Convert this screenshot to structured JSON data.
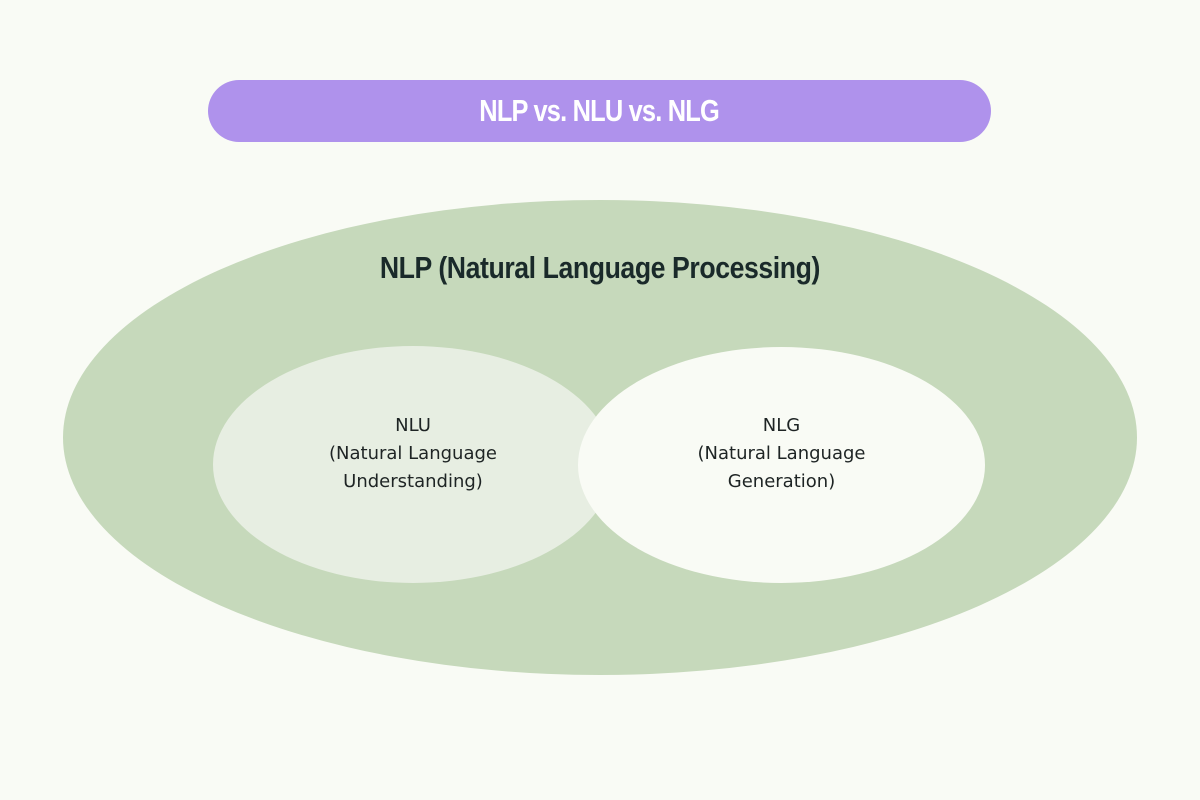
{
  "title": "NLP vs. NLU vs. NLG",
  "colors": {
    "background": "#f9fbf5",
    "title_pill": "#af92ec",
    "title_text": "#ffffff",
    "outer_ellipse": "#c6d9bb",
    "nlu_ellipse": "#e7eee2",
    "nlg_ellipse": "#f9fbf5",
    "text_dark": "#1a2a2a"
  },
  "diagram": {
    "outer": {
      "label": "NLP (Natural Language Processing)"
    },
    "nlu": {
      "abbr": "NLU",
      "line1": "(Natural Language",
      "line2": "Understanding)"
    },
    "nlg": {
      "abbr": "NLG",
      "line1": "(Natural Language",
      "line2": "Generation)"
    }
  }
}
